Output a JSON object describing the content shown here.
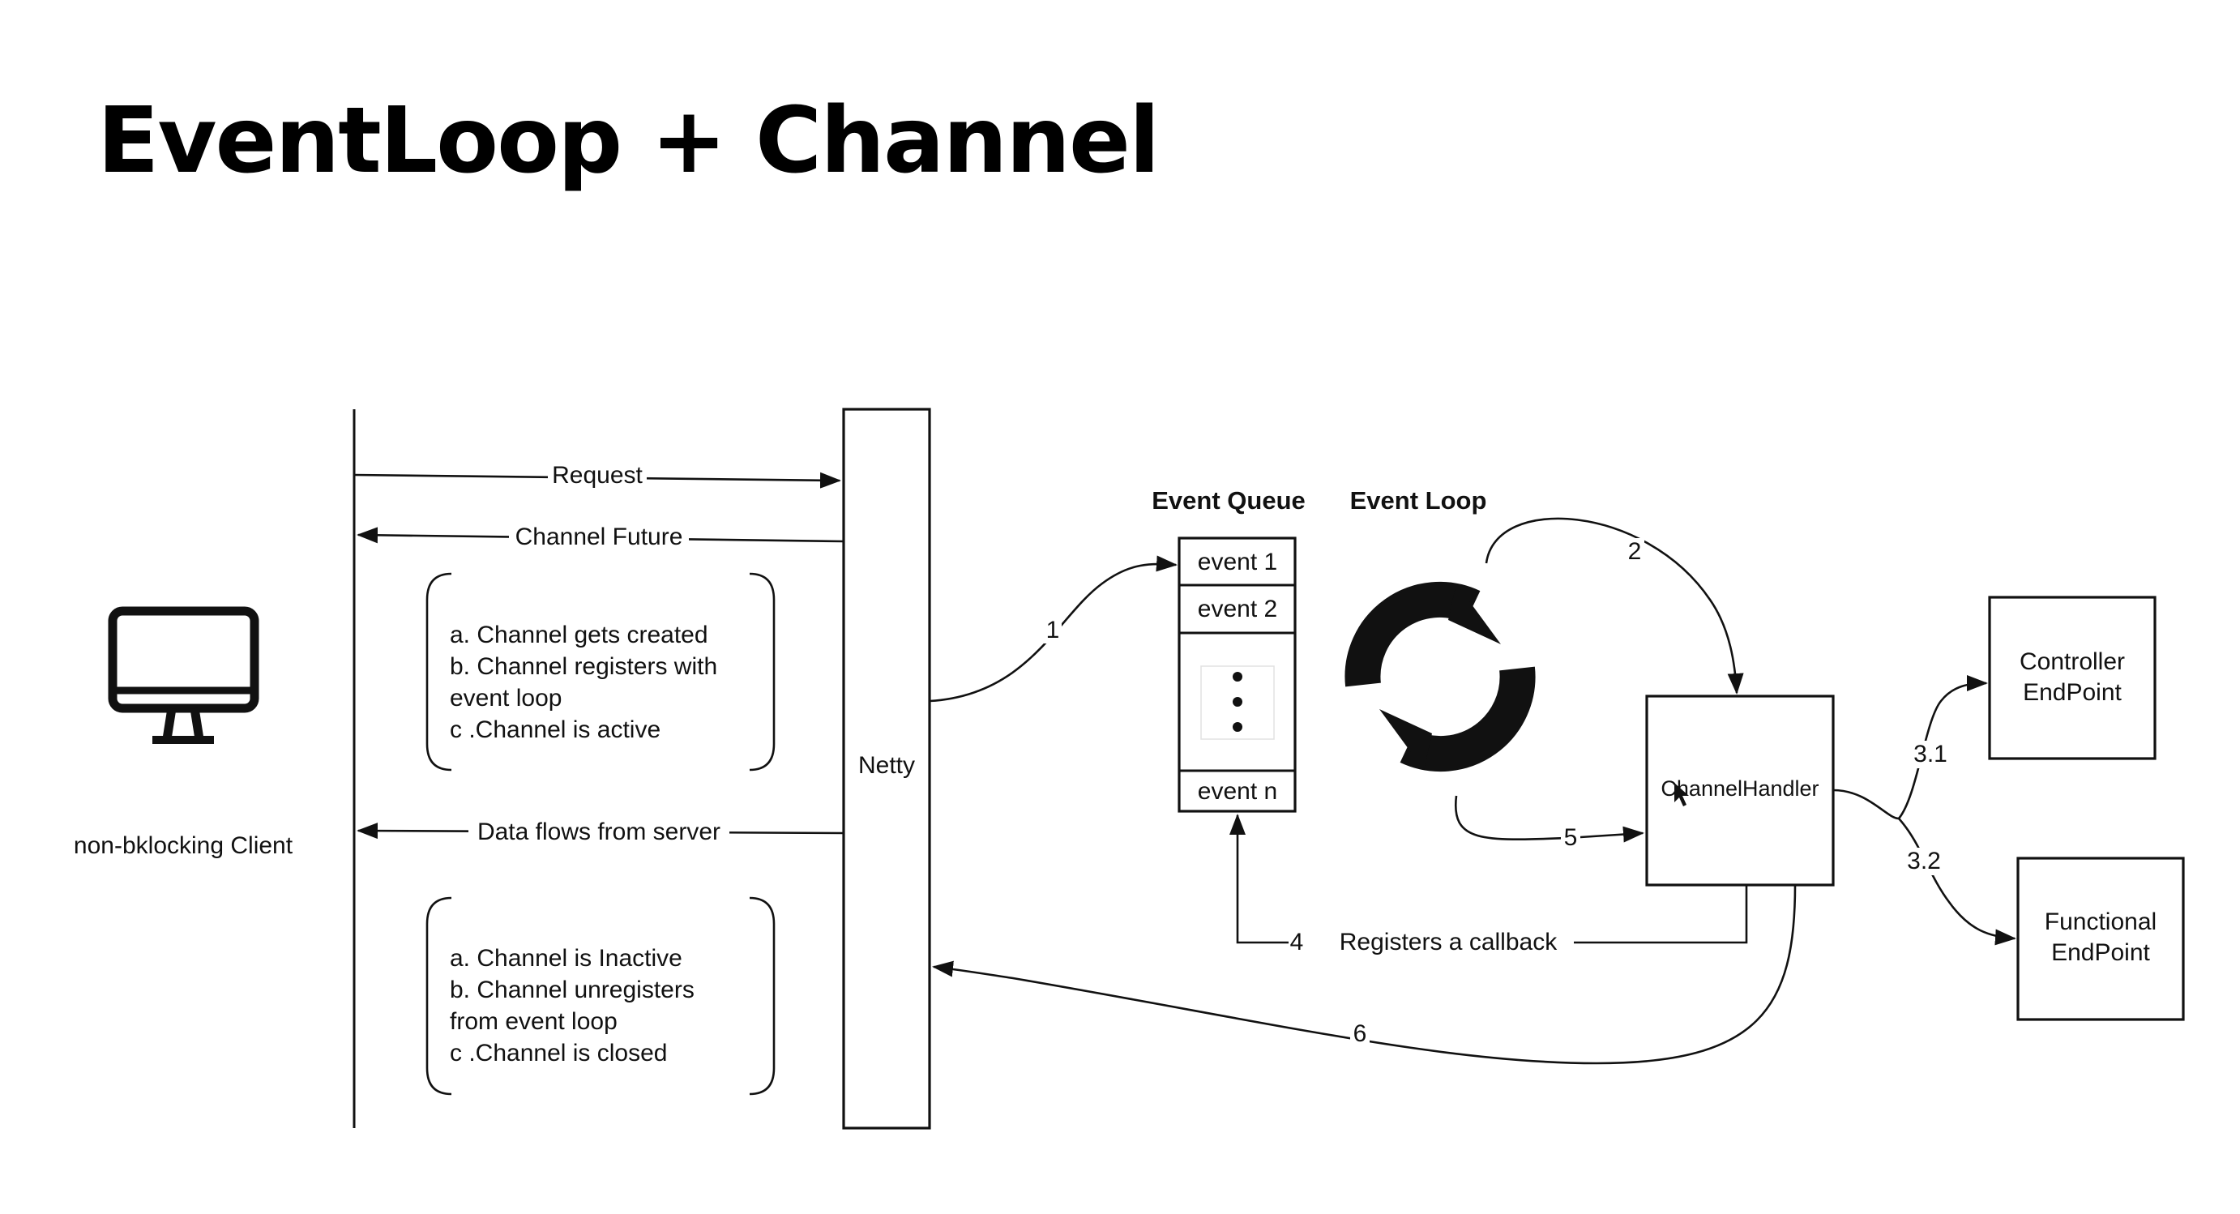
{
  "title": "EventLoop + Channel",
  "client": {
    "label": "non-bklocking Client",
    "icon": "desktop-monitor-icon"
  },
  "netty": {
    "label": "Netty"
  },
  "messages": {
    "request": "Request",
    "channel_future": "Channel Future",
    "data_flows": "Data flows from server"
  },
  "lifecycle_active": [
    "a. Channel gets created",
    "b. Channel registers with",
    "event loop",
    "c .Channel is active"
  ],
  "lifecycle_inactive": [
    "a. Channel is Inactive",
    "b. Channel unregisters",
    "from event loop",
    "c .Channel is closed"
  ],
  "event_queue": {
    "header": "Event Queue",
    "items": [
      "event 1",
      "event 2",
      "event n"
    ]
  },
  "event_loop": {
    "header": "Event Loop",
    "icon": "refresh-cycle-icon"
  },
  "channel_handler": {
    "label": "ChannelHandler"
  },
  "endpoints": {
    "controller": [
      "Controller",
      "EndPoint"
    ],
    "functional": [
      "Functional",
      "EndPoint"
    ]
  },
  "steps": {
    "s1": "1",
    "s2": "2",
    "s3_1": "3.1",
    "s3_2": "3.2",
    "s4": "4",
    "s4_label": "Registers a callback",
    "s5": "5",
    "s6": "6"
  }
}
